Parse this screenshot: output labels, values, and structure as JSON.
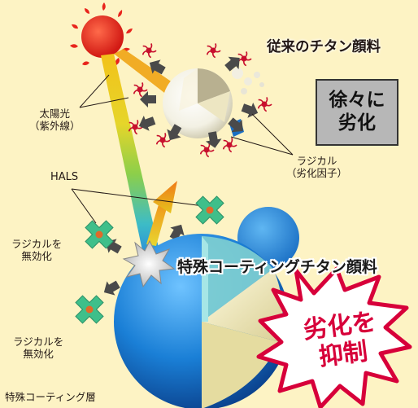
{
  "labels": {
    "conventional_pigment": "従来のチタン顔料",
    "degradation_line1": "徐々に",
    "degradation_line2": "劣化",
    "sunlight_line1": "太陽光",
    "sunlight_line2": "（紫外線）",
    "radical_line1": "ラジカル",
    "radical_line2": "（劣化因子）",
    "hals": "HALS",
    "neutralize_a_line1": "ラジカルを",
    "neutralize_a_line2": "無効化",
    "neutralize_b_line1": "ラジカルを",
    "neutralize_b_line2": "無効化",
    "special_pigment": "特殊コーティングチタン顔料",
    "suppress_line1": "劣化を",
    "suppress_line2": "抑制",
    "coating_layer": "特殊コーティング層"
  },
  "colors": {
    "background": "#fdf3c4",
    "sun": "#e8241c",
    "radical": "#c8102e",
    "hals_cross": "#3fbf8a",
    "pigment_sphere": "#1a7fd6",
    "burst_text": "#d7003a",
    "arrow": "#4a4a4a"
  }
}
